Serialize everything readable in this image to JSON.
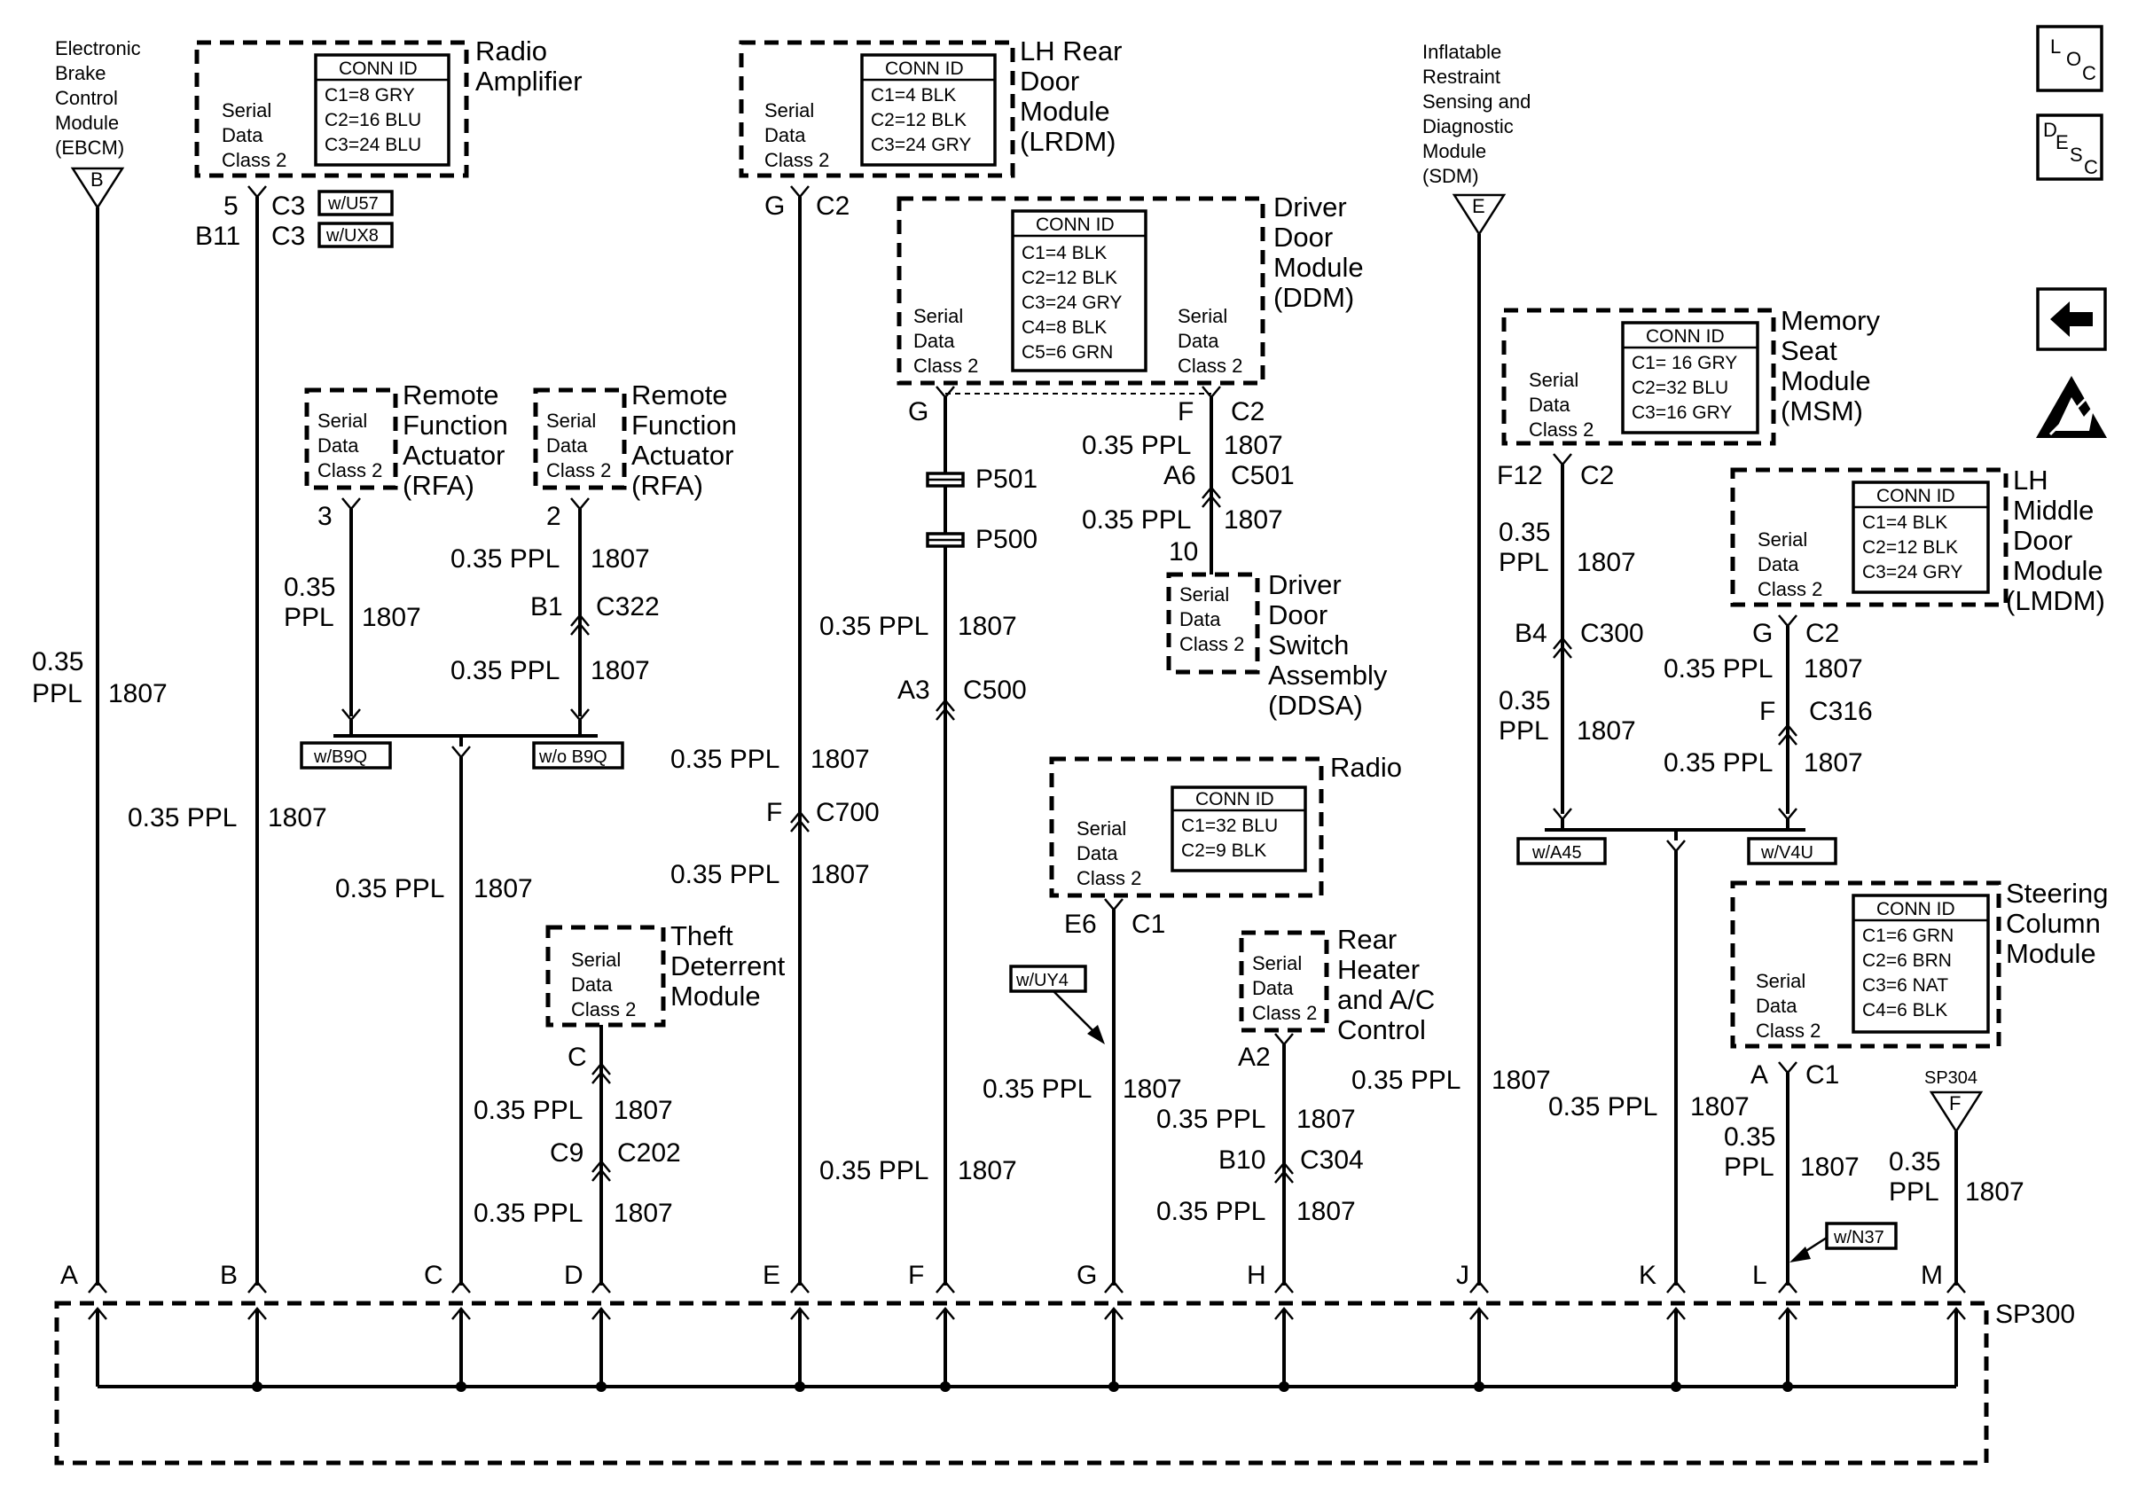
{
  "modules": {
    "ebcm": {
      "name": [
        "Electronic",
        "Brake",
        "Control",
        "Module",
        "(EBCM)"
      ],
      "ref": "B"
    },
    "radio_amp": {
      "name": [
        "Radio",
        "Amplifier"
      ],
      "serial": [
        "Serial",
        "Data",
        "Class 2"
      ],
      "conn_header": "CONN ID",
      "conn": [
        "C1=8 GRY",
        "C2=16 BLU",
        "C3=24 BLU"
      ]
    },
    "lrdm": {
      "name": [
        "LH Rear",
        "Door",
        "Module",
        "(LRDM)"
      ],
      "serial": [
        "Serial",
        "Data",
        "Class 2"
      ],
      "conn_header": "CONN ID",
      "conn": [
        "C1=4 BLK",
        "C2=12 BLK",
        "C3=24 GRY"
      ]
    },
    "ddm": {
      "name": [
        "Driver",
        "Door",
        "Module",
        "(DDM)"
      ],
      "serial_left": [
        "Serial",
        "Data",
        "Class 2"
      ],
      "serial_right": [
        "Serial",
        "Data",
        "Class 2"
      ],
      "conn_header": "CONN ID",
      "conn": [
        "C1=4 BLK",
        "C2=12 BLK",
        "C3=24 GRY",
        "C4=8 BLK",
        "C5=6 GRN"
      ]
    },
    "sdm": {
      "name": [
        "Inflatable",
        "Restraint",
        "Sensing and",
        "Diagnostic",
        "Module",
        "(SDM)"
      ],
      "ref": "E"
    },
    "msm": {
      "name": [
        "Memory",
        "Seat",
        "Module",
        "(MSM)"
      ],
      "serial": [
        "Serial",
        "Data",
        "Class 2"
      ],
      "conn_header": "CONN ID",
      "conn": [
        "C1= 16 GRY",
        "C2=32 BLU",
        "C3=16 GRY"
      ]
    },
    "lmdm": {
      "name": [
        "LH",
        "Middle",
        "Door",
        "Module",
        "(LMDM)"
      ],
      "serial": [
        "Serial",
        "Data",
        "Class 2"
      ],
      "conn_header": "CONN ID",
      "conn": [
        "C1=4 BLK",
        "C2=12 BLK",
        "C3=24 GRY"
      ]
    },
    "rfa1": {
      "name": [
        "Remote",
        "Function",
        "Actuator",
        "(RFA)"
      ],
      "serial": [
        "Serial",
        "Data",
        "Class 2"
      ]
    },
    "rfa2": {
      "name": [
        "Remote",
        "Function",
        "Actuator",
        "(RFA)"
      ],
      "serial": [
        "Serial",
        "Data",
        "Class 2"
      ]
    },
    "ddsa": {
      "name": [
        "Driver",
        "Door",
        "Switch",
        "Assembly",
        "(DDSA)"
      ],
      "serial": [
        "Serial",
        "Data",
        "Class 2"
      ]
    },
    "radio": {
      "name": [
        "Radio"
      ],
      "serial": [
        "Serial",
        "Data",
        "Class 2"
      ],
      "conn_header": "CONN ID",
      "conn": [
        "C1=32 BLU",
        "C2=9 BLK"
      ]
    },
    "theft": {
      "name": [
        "Theft",
        "Deterrent",
        "Module"
      ],
      "serial": [
        "Serial",
        "Data",
        "Class 2"
      ]
    },
    "rear_hvac": {
      "name": [
        "Rear",
        "Heater",
        "and A/C",
        "Control"
      ],
      "serial": [
        "Serial",
        "Data",
        "Class 2"
      ]
    },
    "scm": {
      "name": [
        "Steering",
        "Column",
        "Module"
      ],
      "serial": [
        "Serial",
        "Data",
        "Class 2"
      ],
      "conn_header": "CONN ID",
      "conn": [
        "C1=6 GRN",
        "C2=6 BRN",
        "C3=6 NAT",
        "C4=6 BLK"
      ]
    }
  },
  "wire": {
    "size_color": "0.35 PPL",
    "size": "0.35",
    "color": "PPL",
    "circuit": "1807"
  },
  "pins": {
    "radio_amp_pin1": "5",
    "radio_amp_conn1": "C3",
    "radio_amp_opt1": "w/U57",
    "radio_amp_pin2": "B11",
    "radio_amp_conn2": "C3",
    "radio_amp_opt2": "w/UX8",
    "rfa1_pin": "3",
    "rfa2_pin": "2",
    "c322_pin": "B1",
    "c322": "C322",
    "rfa_opt_left": "w/B9Q",
    "rfa_opt_right": "w/o B9Q",
    "theft_pin": "C",
    "c202_pin": "C9",
    "c202": "C202",
    "lrdm_pin": "G",
    "lrdm_conn": "C2",
    "c700_pin": "F",
    "c700": "C700",
    "ddm_pin_left": "G",
    "ddm_pin_right": "F",
    "ddm_conn_right": "C2",
    "p501": "P501",
    "p500": "P500",
    "c500_pin": "A3",
    "c500": "C500",
    "c501_pin": "A6",
    "c501": "C501",
    "ddsa_pin": "10",
    "radio_pin": "E6",
    "radio_conn": "C1",
    "radio_opt": "w/UY4",
    "rear_hvac_pin": "A2",
    "c304_pin": "B10",
    "c304": "C304",
    "msm_pin": "F12",
    "msm_conn": "C2",
    "c300_pin": "B4",
    "c300": "C300",
    "lmdm_pin": "G",
    "lmdm_conn": "C2",
    "c316_pin": "F",
    "c316": "C316",
    "seat_opt_left": "w/A45",
    "seat_opt_right": "w/V4U",
    "scm_pin": "A",
    "scm_conn": "C1",
    "scm_opt": "w/N37",
    "sp304": "SP304",
    "sp304_ref": "F"
  },
  "splice": {
    "name": "SP300",
    "pins": [
      "A",
      "B",
      "C",
      "D",
      "E",
      "F",
      "G",
      "H",
      "J",
      "K",
      "L",
      "M"
    ]
  },
  "icons": {
    "loc": {
      "a": "L",
      "b": "O",
      "c": "C"
    },
    "desc": {
      "a": "D",
      "b": "E",
      "c": "S",
      "d": "C"
    }
  }
}
